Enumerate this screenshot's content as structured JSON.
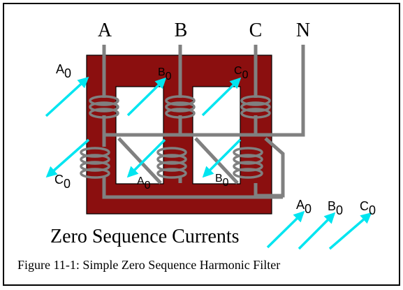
{
  "diagram": {
    "phase_labels": [
      "A",
      "B",
      "C",
      "N"
    ],
    "upper_current_labels": [
      {
        "letter": "A",
        "sub": "0"
      },
      {
        "letter": "B",
        "sub": "0"
      },
      {
        "letter": "C",
        "sub": "0"
      }
    ],
    "lower_current_labels": [
      {
        "letter": "C",
        "sub": "0"
      },
      {
        "letter": "A",
        "sub": "0"
      },
      {
        "letter": "B",
        "sub": "0"
      }
    ],
    "legend_labels": [
      {
        "letter": "A",
        "sub": "0"
      },
      {
        "letter": "B",
        "sub": "0"
      },
      {
        "letter": "C",
        "sub": "0"
      }
    ],
    "heading": "Zero Sequence Currents",
    "caption": "Figure 11-1:  Simple Zero Sequence Harmonic Filter",
    "colors": {
      "core": "#8b0f0f",
      "winding": "#808080",
      "arrow": "#00e5f0",
      "frame": "#000000",
      "background": "#ffffff"
    }
  }
}
